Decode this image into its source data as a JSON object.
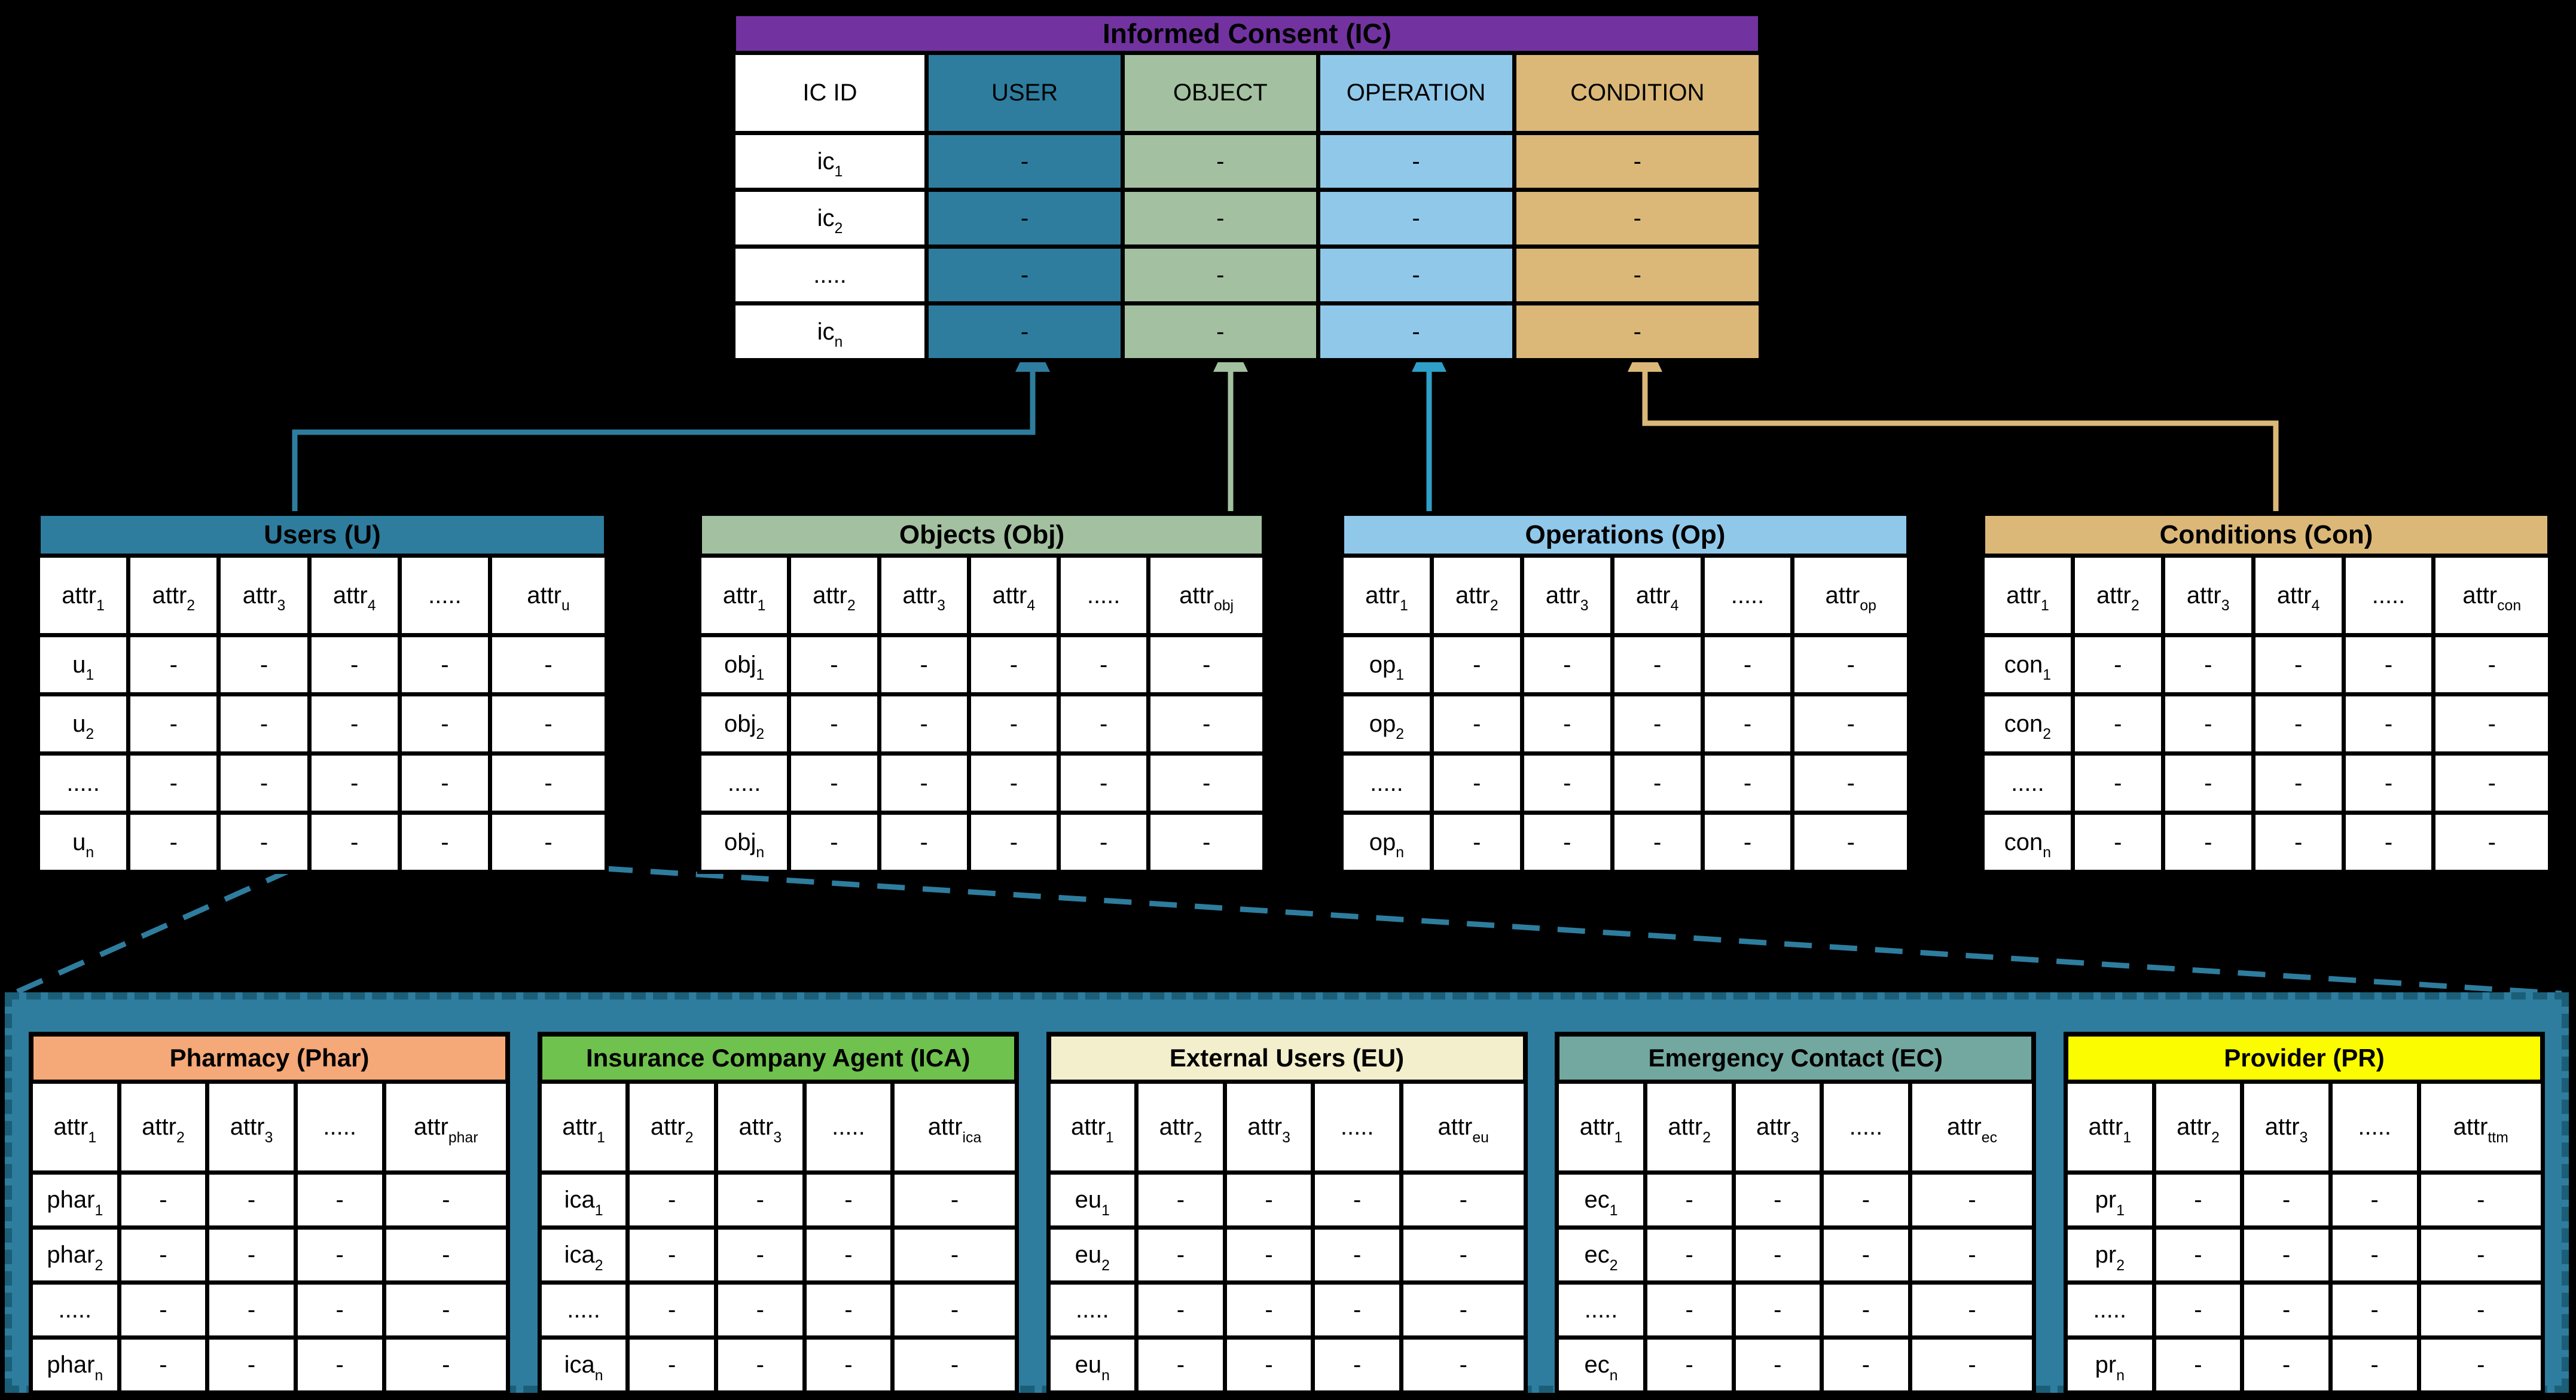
{
  "canvas": {
    "background": "#000000"
  },
  "connectors": {
    "user_color": "#2E7D9E",
    "object_color": "#A3C0A0",
    "operation_color": "#2E9FC7",
    "condition_color": "#DBB878",
    "callout_color": "#2E7D9E",
    "callout_box_fill": "#2E7D9E",
    "callout_box_dash": "#1A5E78"
  },
  "tables": {
    "ic": {
      "title": "Informed Consent (IC)",
      "title_bg": "#7233A1",
      "columns": [
        {
          "label": "IC ID",
          "bg": "#FFFFFF",
          "cell_bg": "#FFFFFF",
          "width_pct": 18.8
        },
        {
          "label": "USER",
          "bg": "#2E7D9E",
          "cell_bg": "#2E7D9E",
          "width_pct": 19.1
        },
        {
          "label": "OBJECT",
          "bg": "#A3C0A0",
          "cell_bg": "#A3C0A0",
          "width_pct": 19.0
        },
        {
          "label": "OPERATION",
          "bg": "#90C8EA",
          "cell_bg": "#90C8EA",
          "width_pct": 19.1
        },
        {
          "label": "CONDITION",
          "bg": "#DBB878",
          "cell_bg": "#DBB878",
          "width_pct": 24.0
        }
      ],
      "rows": [
        [
          [
            "ic",
            "1"
          ],
          "-",
          "-",
          "-",
          "-"
        ],
        [
          [
            "ic",
            "2"
          ],
          "-",
          "-",
          "-",
          "-"
        ],
        [
          ".....",
          "-",
          "-",
          "-",
          "-"
        ],
        [
          [
            "ic",
            "n"
          ],
          "-",
          "-",
          "-",
          "-"
        ]
      ]
    },
    "users": {
      "title": "Users (U)",
      "title_bg": "#2E7D9E",
      "columns": [
        {
          "label": [
            "attr",
            "1"
          ],
          "width_pct": 15.9
        },
        {
          "label": [
            "attr",
            "2"
          ],
          "width_pct": 15.9
        },
        {
          "label": [
            "attr",
            "3"
          ],
          "width_pct": 15.9
        },
        {
          "label": [
            "attr",
            "4"
          ],
          "width_pct": 15.9
        },
        {
          "label": ".....",
          "width_pct": 15.9
        },
        {
          "label": [
            "attr",
            "u"
          ],
          "width_pct": 20.5
        }
      ],
      "rows": [
        [
          [
            "u",
            "1"
          ],
          "-",
          "-",
          "-",
          "-",
          "-"
        ],
        [
          [
            "u",
            "2"
          ],
          "-",
          "-",
          "-",
          "-",
          "-"
        ],
        [
          ".....",
          "-",
          "-",
          "-",
          "-",
          "-"
        ],
        [
          [
            "u",
            "n"
          ],
          "-",
          "-",
          "-",
          "-",
          "-"
        ]
      ]
    },
    "objects": {
      "title": "Objects (Obj)",
      "title_bg": "#A3C0A0",
      "columns": [
        {
          "label": [
            "attr",
            "1"
          ],
          "width_pct": 15.9
        },
        {
          "label": [
            "attr",
            "2"
          ],
          "width_pct": 15.9
        },
        {
          "label": [
            "attr",
            "3"
          ],
          "width_pct": 15.9
        },
        {
          "label": [
            "attr",
            "4"
          ],
          "width_pct": 15.9
        },
        {
          "label": ".....",
          "width_pct": 15.9
        },
        {
          "label": [
            "attr",
            "obj"
          ],
          "width_pct": 20.5
        }
      ],
      "rows": [
        [
          [
            "obj",
            "1"
          ],
          "-",
          "-",
          "-",
          "-",
          "-"
        ],
        [
          [
            "obj",
            "2"
          ],
          "-",
          "-",
          "-",
          "-",
          "-"
        ],
        [
          ".....",
          "-",
          "-",
          "-",
          "-",
          "-"
        ],
        [
          [
            "obj",
            "n"
          ],
          "-",
          "-",
          "-",
          "-",
          "-"
        ]
      ]
    },
    "operations": {
      "title": "Operations (Op)",
      "title_bg": "#90C8EA",
      "columns": [
        {
          "label": [
            "attr",
            "1"
          ],
          "width_pct": 15.9
        },
        {
          "label": [
            "attr",
            "2"
          ],
          "width_pct": 15.9
        },
        {
          "label": [
            "attr",
            "3"
          ],
          "width_pct": 15.9
        },
        {
          "label": [
            "attr",
            "4"
          ],
          "width_pct": 15.9
        },
        {
          "label": ".....",
          "width_pct": 15.9
        },
        {
          "label": [
            "attr",
            "op"
          ],
          "width_pct": 20.5
        }
      ],
      "rows": [
        [
          [
            "op",
            "1"
          ],
          "-",
          "-",
          "-",
          "-",
          "-"
        ],
        [
          [
            "op",
            "2"
          ],
          "-",
          "-",
          "-",
          "-",
          "-"
        ],
        [
          ".....",
          "-",
          "-",
          "-",
          "-",
          "-"
        ],
        [
          [
            "op",
            "n"
          ],
          "-",
          "-",
          "-",
          "-",
          "-"
        ]
      ]
    },
    "conditions": {
      "title": "Conditions (Con)",
      "title_bg": "#DBB878",
      "columns": [
        {
          "label": [
            "attr",
            "1"
          ],
          "width_pct": 15.9
        },
        {
          "label": [
            "attr",
            "2"
          ],
          "width_pct": 15.9
        },
        {
          "label": [
            "attr",
            "3"
          ],
          "width_pct": 15.9
        },
        {
          "label": [
            "attr",
            "4"
          ],
          "width_pct": 15.9
        },
        {
          "label": ".....",
          "width_pct": 15.9
        },
        {
          "label": [
            "attr",
            "con"
          ],
          "width_pct": 20.5
        }
      ],
      "rows": [
        [
          [
            "con",
            "1"
          ],
          "-",
          "-",
          "-",
          "-",
          "-"
        ],
        [
          [
            "con",
            "2"
          ],
          "-",
          "-",
          "-",
          "-",
          "-"
        ],
        [
          ".....",
          "-",
          "-",
          "-",
          "-",
          "-"
        ],
        [
          [
            "con",
            "n"
          ],
          "-",
          "-",
          "-",
          "-",
          "-"
        ]
      ]
    },
    "pharmacy": {
      "title": "Pharmacy (Phar)",
      "title_bg": "#F5A878",
      "columns": [
        {
          "label": [
            "attr",
            "1"
          ],
          "width_pct": 18.5
        },
        {
          "label": [
            "attr",
            "2"
          ],
          "width_pct": 18.5
        },
        {
          "label": [
            "attr",
            "3"
          ],
          "width_pct": 18.5
        },
        {
          "label": ".....",
          "width_pct": 18.5
        },
        {
          "label": [
            "attr",
            "phar"
          ],
          "width_pct": 26.0
        }
      ],
      "rows": [
        [
          [
            "phar",
            "1"
          ],
          "-",
          "-",
          "-",
          "-"
        ],
        [
          [
            "phar",
            "2"
          ],
          "-",
          "-",
          "-",
          "-"
        ],
        [
          ".....",
          "-",
          "-",
          "-",
          "-"
        ],
        [
          [
            "phar",
            "n"
          ],
          "-",
          "-",
          "-",
          "-"
        ]
      ]
    },
    "ica": {
      "title": "Insurance Company Agent (ICA)",
      "title_bg": "#6FC24E",
      "columns": [
        {
          "label": [
            "attr",
            "1"
          ],
          "width_pct": 18.5
        },
        {
          "label": [
            "attr",
            "2"
          ],
          "width_pct": 18.5
        },
        {
          "label": [
            "attr",
            "3"
          ],
          "width_pct": 18.5
        },
        {
          "label": ".....",
          "width_pct": 18.5
        },
        {
          "label": [
            "attr",
            "ica"
          ],
          "width_pct": 26.0
        }
      ],
      "rows": [
        [
          [
            "ica",
            "1"
          ],
          "-",
          "-",
          "-",
          "-"
        ],
        [
          [
            "ica",
            "2"
          ],
          "-",
          "-",
          "-",
          "-"
        ],
        [
          ".....",
          "-",
          "-",
          "-",
          "-"
        ],
        [
          [
            "ica",
            "n"
          ],
          "-",
          "-",
          "-",
          "-"
        ]
      ]
    },
    "eu": {
      "title": "External Users (EU)",
      "title_bg": "#F3EECB",
      "columns": [
        {
          "label": [
            "attr",
            "1"
          ],
          "width_pct": 18.5
        },
        {
          "label": [
            "attr",
            "2"
          ],
          "width_pct": 18.5
        },
        {
          "label": [
            "attr",
            "3"
          ],
          "width_pct": 18.5
        },
        {
          "label": ".....",
          "width_pct": 18.5
        },
        {
          "label": [
            "attr",
            "eu"
          ],
          "width_pct": 26.0
        }
      ],
      "rows": [
        [
          [
            "eu",
            "1"
          ],
          "-",
          "-",
          "-",
          "-"
        ],
        [
          [
            "eu",
            "2"
          ],
          "-",
          "-",
          "-",
          "-"
        ],
        [
          ".....",
          "-",
          "-",
          "-",
          "-"
        ],
        [
          [
            "eu",
            "n"
          ],
          "-",
          "-",
          "-",
          "-"
        ]
      ]
    },
    "ec": {
      "title": "Emergency Contact (EC)",
      "title_bg": "#73A8A1",
      "columns": [
        {
          "label": [
            "attr",
            "1"
          ],
          "width_pct": 18.5
        },
        {
          "label": [
            "attr",
            "2"
          ],
          "width_pct": 18.5
        },
        {
          "label": [
            "attr",
            "3"
          ],
          "width_pct": 18.5
        },
        {
          "label": ".....",
          "width_pct": 18.5
        },
        {
          "label": [
            "attr",
            "ec"
          ],
          "width_pct": 26.0
        }
      ],
      "rows": [
        [
          [
            "ec",
            "1"
          ],
          "-",
          "-",
          "-",
          "-"
        ],
        [
          [
            "ec",
            "2"
          ],
          "-",
          "-",
          "-",
          "-"
        ],
        [
          ".....",
          "-",
          "-",
          "-",
          "-"
        ],
        [
          [
            "ec",
            "n"
          ],
          "-",
          "-",
          "-",
          "-"
        ]
      ]
    },
    "provider": {
      "title": "Provider (PR)",
      "title_bg": "#FCFC00",
      "columns": [
        {
          "label": [
            "attr",
            "1"
          ],
          "width_pct": 18.5
        },
        {
          "label": [
            "attr",
            "2"
          ],
          "width_pct": 18.5
        },
        {
          "label": [
            "attr",
            "3"
          ],
          "width_pct": 18.5
        },
        {
          "label": ".....",
          "width_pct": 18.5
        },
        {
          "label": [
            "attr",
            "ttm"
          ],
          "width_pct": 26.0
        }
      ],
      "rows": [
        [
          [
            "pr",
            "1"
          ],
          "-",
          "-",
          "-",
          "-"
        ],
        [
          [
            "pr",
            "2"
          ],
          "-",
          "-",
          "-",
          "-"
        ],
        [
          ".....",
          "-",
          "-",
          "-",
          "-"
        ],
        [
          [
            "pr",
            "n"
          ],
          "-",
          "-",
          "-",
          "-"
        ]
      ]
    }
  }
}
